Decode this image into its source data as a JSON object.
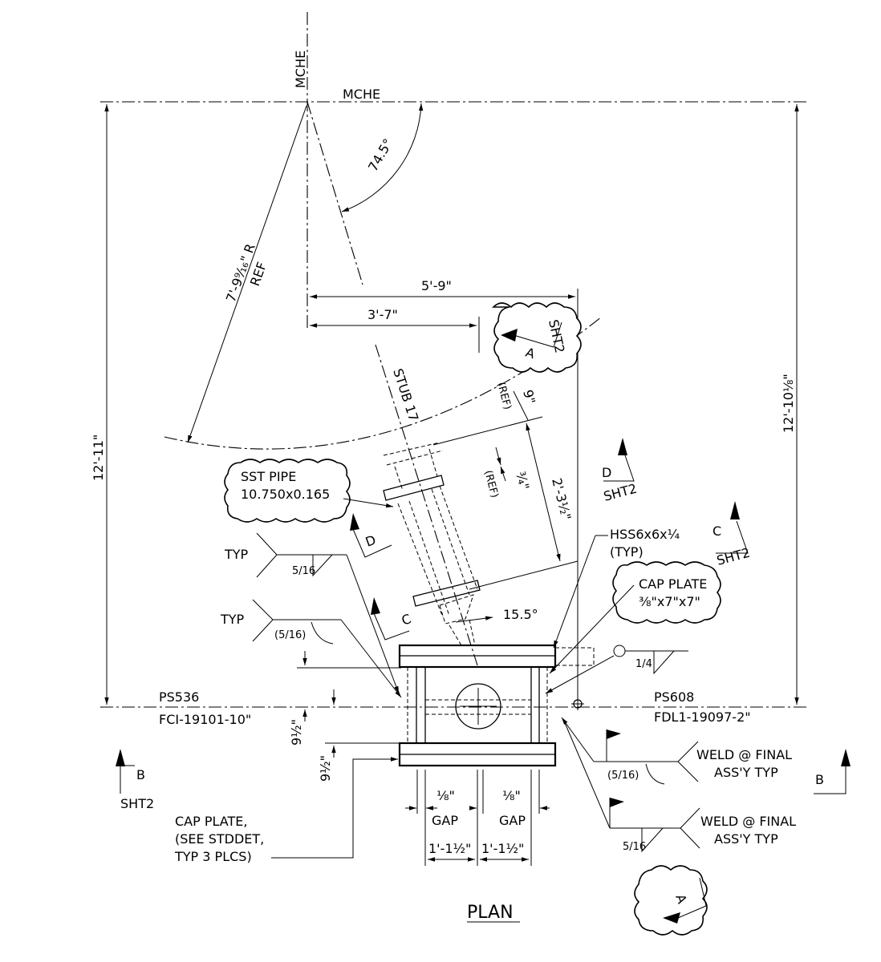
{
  "view_title": "PLAN",
  "centerlines": {
    "mche_vertical": "MCHE",
    "mche_horizontal": "MCHE",
    "stub": "STUB 17",
    "ps536": "PS536",
    "fci": "FCI-19101-10\"",
    "ps608": "PS608",
    "fdl": "FDL1-19097-2\""
  },
  "dimensions": {
    "angle_74": "74.5°",
    "radius": "7'-9⁹⁄₁₆\" R",
    "radius_ref": "REF",
    "d_5_9": "5'-9\"",
    "d_3_7": "3'-7\"",
    "d_12_11": "12'-11\"",
    "d_12_10": "12'-10⅛\"",
    "d_9_ref": "9\"",
    "ref1": "(REF)",
    "d_3_4": "¾\"",
    "ref2": "(REF)",
    "d_2_3": "2'-3½\"",
    "angle_15": "15.5°",
    "d_9_5a": "9½\"",
    "d_9_5b": "9½\"",
    "gap_left_val": "⅛\"",
    "gap_left": "GAP",
    "gap_right_val": "⅛\"",
    "gap_right": "GAP",
    "d_1_1a": "1'-1½\"",
    "d_1_1b": "1'-1½\""
  },
  "callouts": {
    "sst_pipe_1": "SST PIPE",
    "sst_pipe_2": "10.750x0.165",
    "hss_1": "HSS6x6x¼",
    "hss_2": "(TYP)",
    "cap_plate_1": "CAP PLATE",
    "cap_plate_2": "⅜\"x7\"x7\"",
    "cap_see_1": "CAP PLATE,",
    "cap_see_2": "(SEE STDDET,",
    "cap_see_3": "TYP 3 PLCS)",
    "weld1_1": "WELD @ FINAL",
    "weld1_2": "ASS'Y TYP",
    "weld2_1": "WELD @ FINAL",
    "weld2_2": "ASS'Y TYP"
  },
  "welds": {
    "typ1": "TYP",
    "typ1_size": "5/16",
    "typ2": "TYP",
    "typ2_size": "(5/16)",
    "w_quarter": "1/4",
    "w_516_paren": "(5/16)",
    "w_516": "5/16"
  },
  "sections": {
    "a_top": "A",
    "a_top_sht": "SHT2",
    "a_bottom": "A",
    "b_left": "B",
    "b_left_sht": "SHT2",
    "b_right": "B",
    "c_mid": "C",
    "c_right": "C",
    "c_right_sht": "SHT2",
    "d_left": "D",
    "d_right": "D",
    "d_right_sht": "SHT2"
  }
}
